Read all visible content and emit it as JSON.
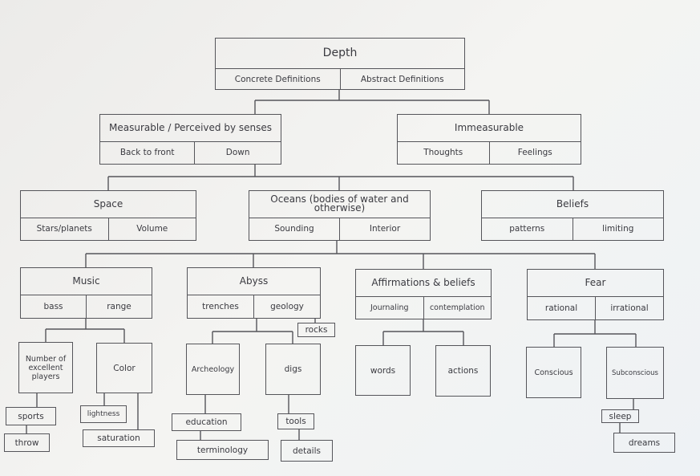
{
  "root": {
    "title": "Depth",
    "left": "Concrete Definitions",
    "right": "Abstract Definitions"
  },
  "level1": [
    {
      "title": "Measurable / Perceived by senses",
      "left": "Back to front",
      "right": "Down"
    },
    {
      "title": "Immeasurable",
      "left": "Thoughts",
      "right": "Feelings"
    }
  ],
  "level2": [
    {
      "title": "Space",
      "left": "Stars/planets",
      "right": "Volume"
    },
    {
      "title": "Oceans (bodies of water and otherwise)",
      "left": "Sounding",
      "right": "Interior"
    },
    {
      "title": "Beliefs",
      "left": "patterns",
      "right": "limiting"
    }
  ],
  "level3": [
    {
      "title": "Music",
      "left": "bass",
      "right": "range"
    },
    {
      "title": "Abyss",
      "left": "trenches",
      "right": "geology"
    },
    {
      "title": "Affirmations & beliefs",
      "left": "Journaling",
      "right": "contemplation"
    },
    {
      "title": "Fear",
      "left": "rational",
      "right": "irrational"
    }
  ],
  "level4": [
    "Number of excellent players",
    "Color",
    "Archeology",
    "digs",
    "words",
    "actions",
    "Conscious",
    "Subconscious"
  ],
  "tags": {
    "rocks": "rocks",
    "sports": "sports",
    "throw": "throw",
    "lightness": "lightness",
    "saturation": "saturation",
    "education": "education",
    "terminology": "terminology",
    "tools": "tools",
    "details": "details",
    "sleep": "sleep",
    "dreams": "dreams"
  }
}
